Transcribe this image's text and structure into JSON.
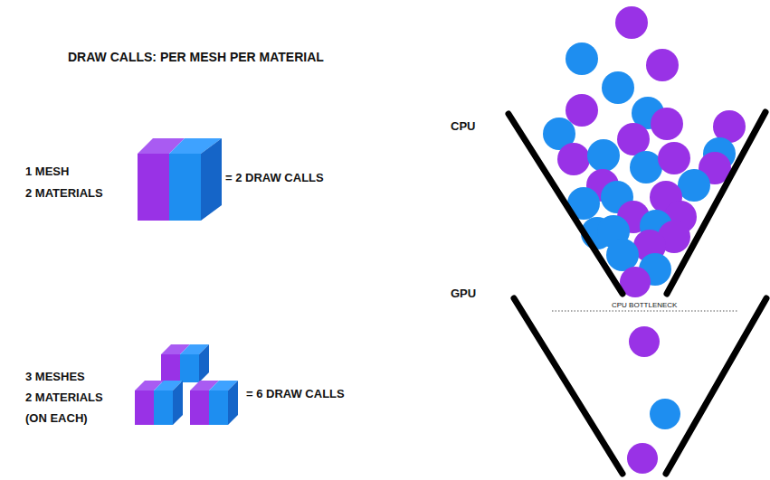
{
  "diagram": {
    "title": "DRAW CALLS: PER MESH PER MATERIAL",
    "labels": [
      "1 MESH 2 MATERIALS",
      "= 2 DRAW CALLS",
      "3 MESHES 2 MATERIALS (ON EACH)",
      "= 6 DRAW CALLS",
      "CPU",
      "GPU",
      "CPU BOTTLENECK"
    ]
  }
}
